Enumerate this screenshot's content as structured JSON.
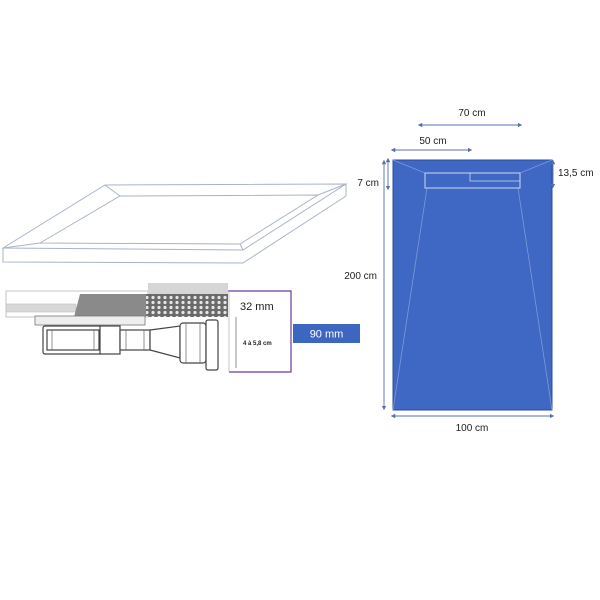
{
  "section_view": {
    "dimensions": {
      "height_top": "32 mm",
      "height_range": "4 à 5,8 cm"
    },
    "outlet_badge": "90 mm"
  },
  "plan_view": {
    "dimensions": {
      "grate_outer_width": "70 cm",
      "grate_inner_width": "50 cm",
      "grate_offset": "7 cm",
      "grate_depth": "13,5 cm",
      "length": "200 cm",
      "width": "100 cm"
    }
  },
  "colors": {
    "tray_blue": "#3e68c4",
    "tray_edge": "#2a4c9a",
    "dimension_line": "#5470b0",
    "badge_blue": "#3d66c0",
    "perspective_line": "#a9b4c8",
    "section_bracket": "#6a3a9a"
  }
}
